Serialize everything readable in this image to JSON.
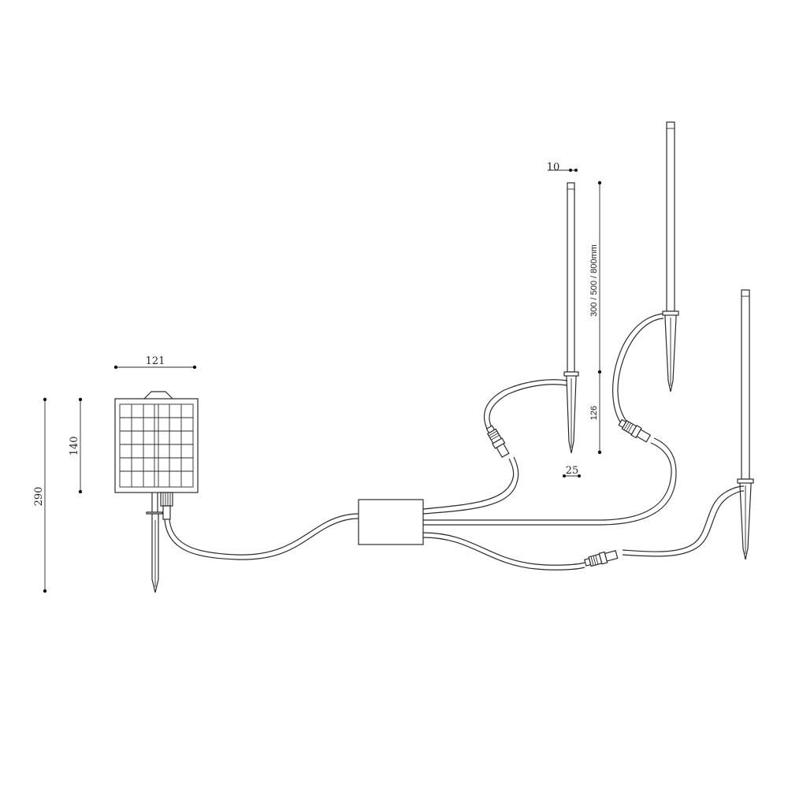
{
  "dimensions": {
    "panel_width": "121",
    "panel_height": "140",
    "total_height": "290",
    "rod_diameter": "10",
    "rod_length": "300 / 500 / 800mm",
    "spike_length": "126",
    "spike_width": "25"
  }
}
